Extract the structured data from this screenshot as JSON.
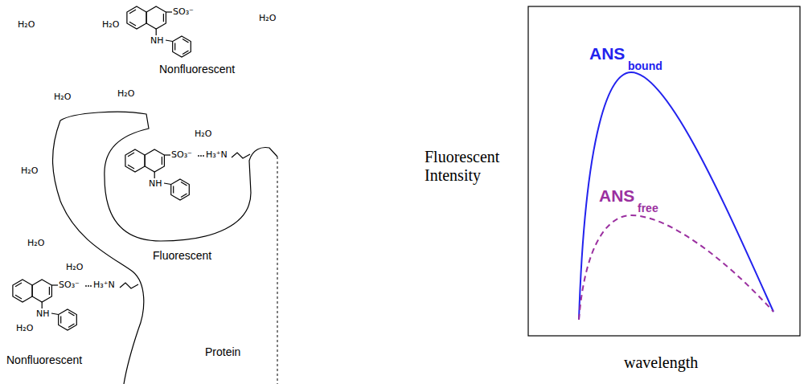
{
  "diagram": {
    "labels": [
      "H₂O",
      "H₂O",
      "H₂O",
      "H₂O",
      "H₂O",
      "H₂O",
      "H₂O",
      "H₂O",
      "H₂O",
      "H₂O",
      "SO₃⁻",
      "NH",
      "Nonfluorescent",
      "SO₃⁻",
      "H₃⁺N",
      "NH",
      "Fluorescent",
      "SO₃⁻",
      "H₃⁺N",
      "NH",
      "Nonfluorescent",
      "Protein",
      "ANS",
      "bound",
      "ANS",
      "free",
      "Fluorescent Intensity",
      "wavelength"
    ]
  }
}
